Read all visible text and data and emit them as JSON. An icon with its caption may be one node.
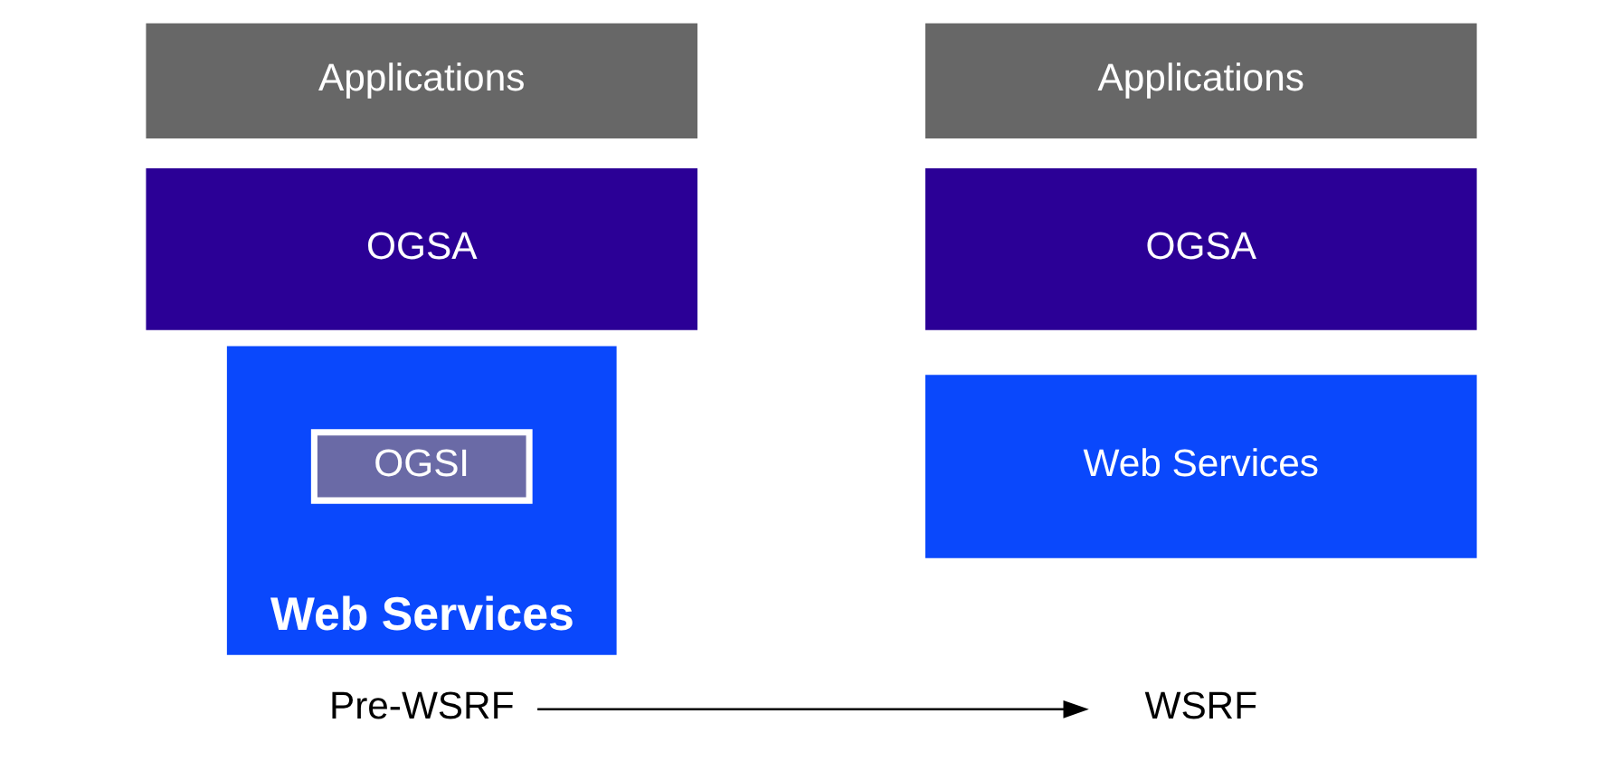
{
  "diagram": {
    "nodes": [
      {
        "text": [
          "Applications"
        ]
      },
      {
        "text": [
          "OGSA"
        ]
      },
      {
        "text": [
          "Web Services"
        ]
      },
      {
        "text": [
          "OGSI"
        ],
        "in": 2
      },
      {
        "text": [
          "Applications"
        ]
      },
      {
        "text": [
          "OGSA"
        ]
      },
      {
        "text": [
          "Web Services"
        ]
      },
      {
        "text": [
          "Pre-WSRF"
        ]
      },
      {
        "text": [
          "WSRF"
        ]
      }
    ],
    "edges": [
      {
        "from": 7,
        "to": 8,
        "arrow": "to"
      }
    ]
  }
}
